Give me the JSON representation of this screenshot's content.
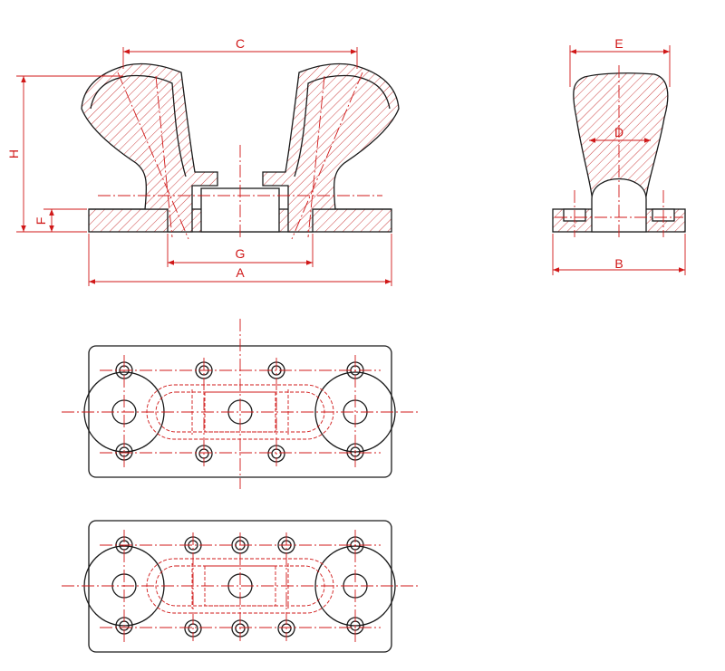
{
  "dimension_labels": {
    "A": "A",
    "B": "B",
    "C": "C",
    "D": "D",
    "E": "E",
    "F": "F",
    "G": "G",
    "H": "H"
  },
  "colors": {
    "outline": "#1a1a1a",
    "dimension": "#d01818"
  }
}
